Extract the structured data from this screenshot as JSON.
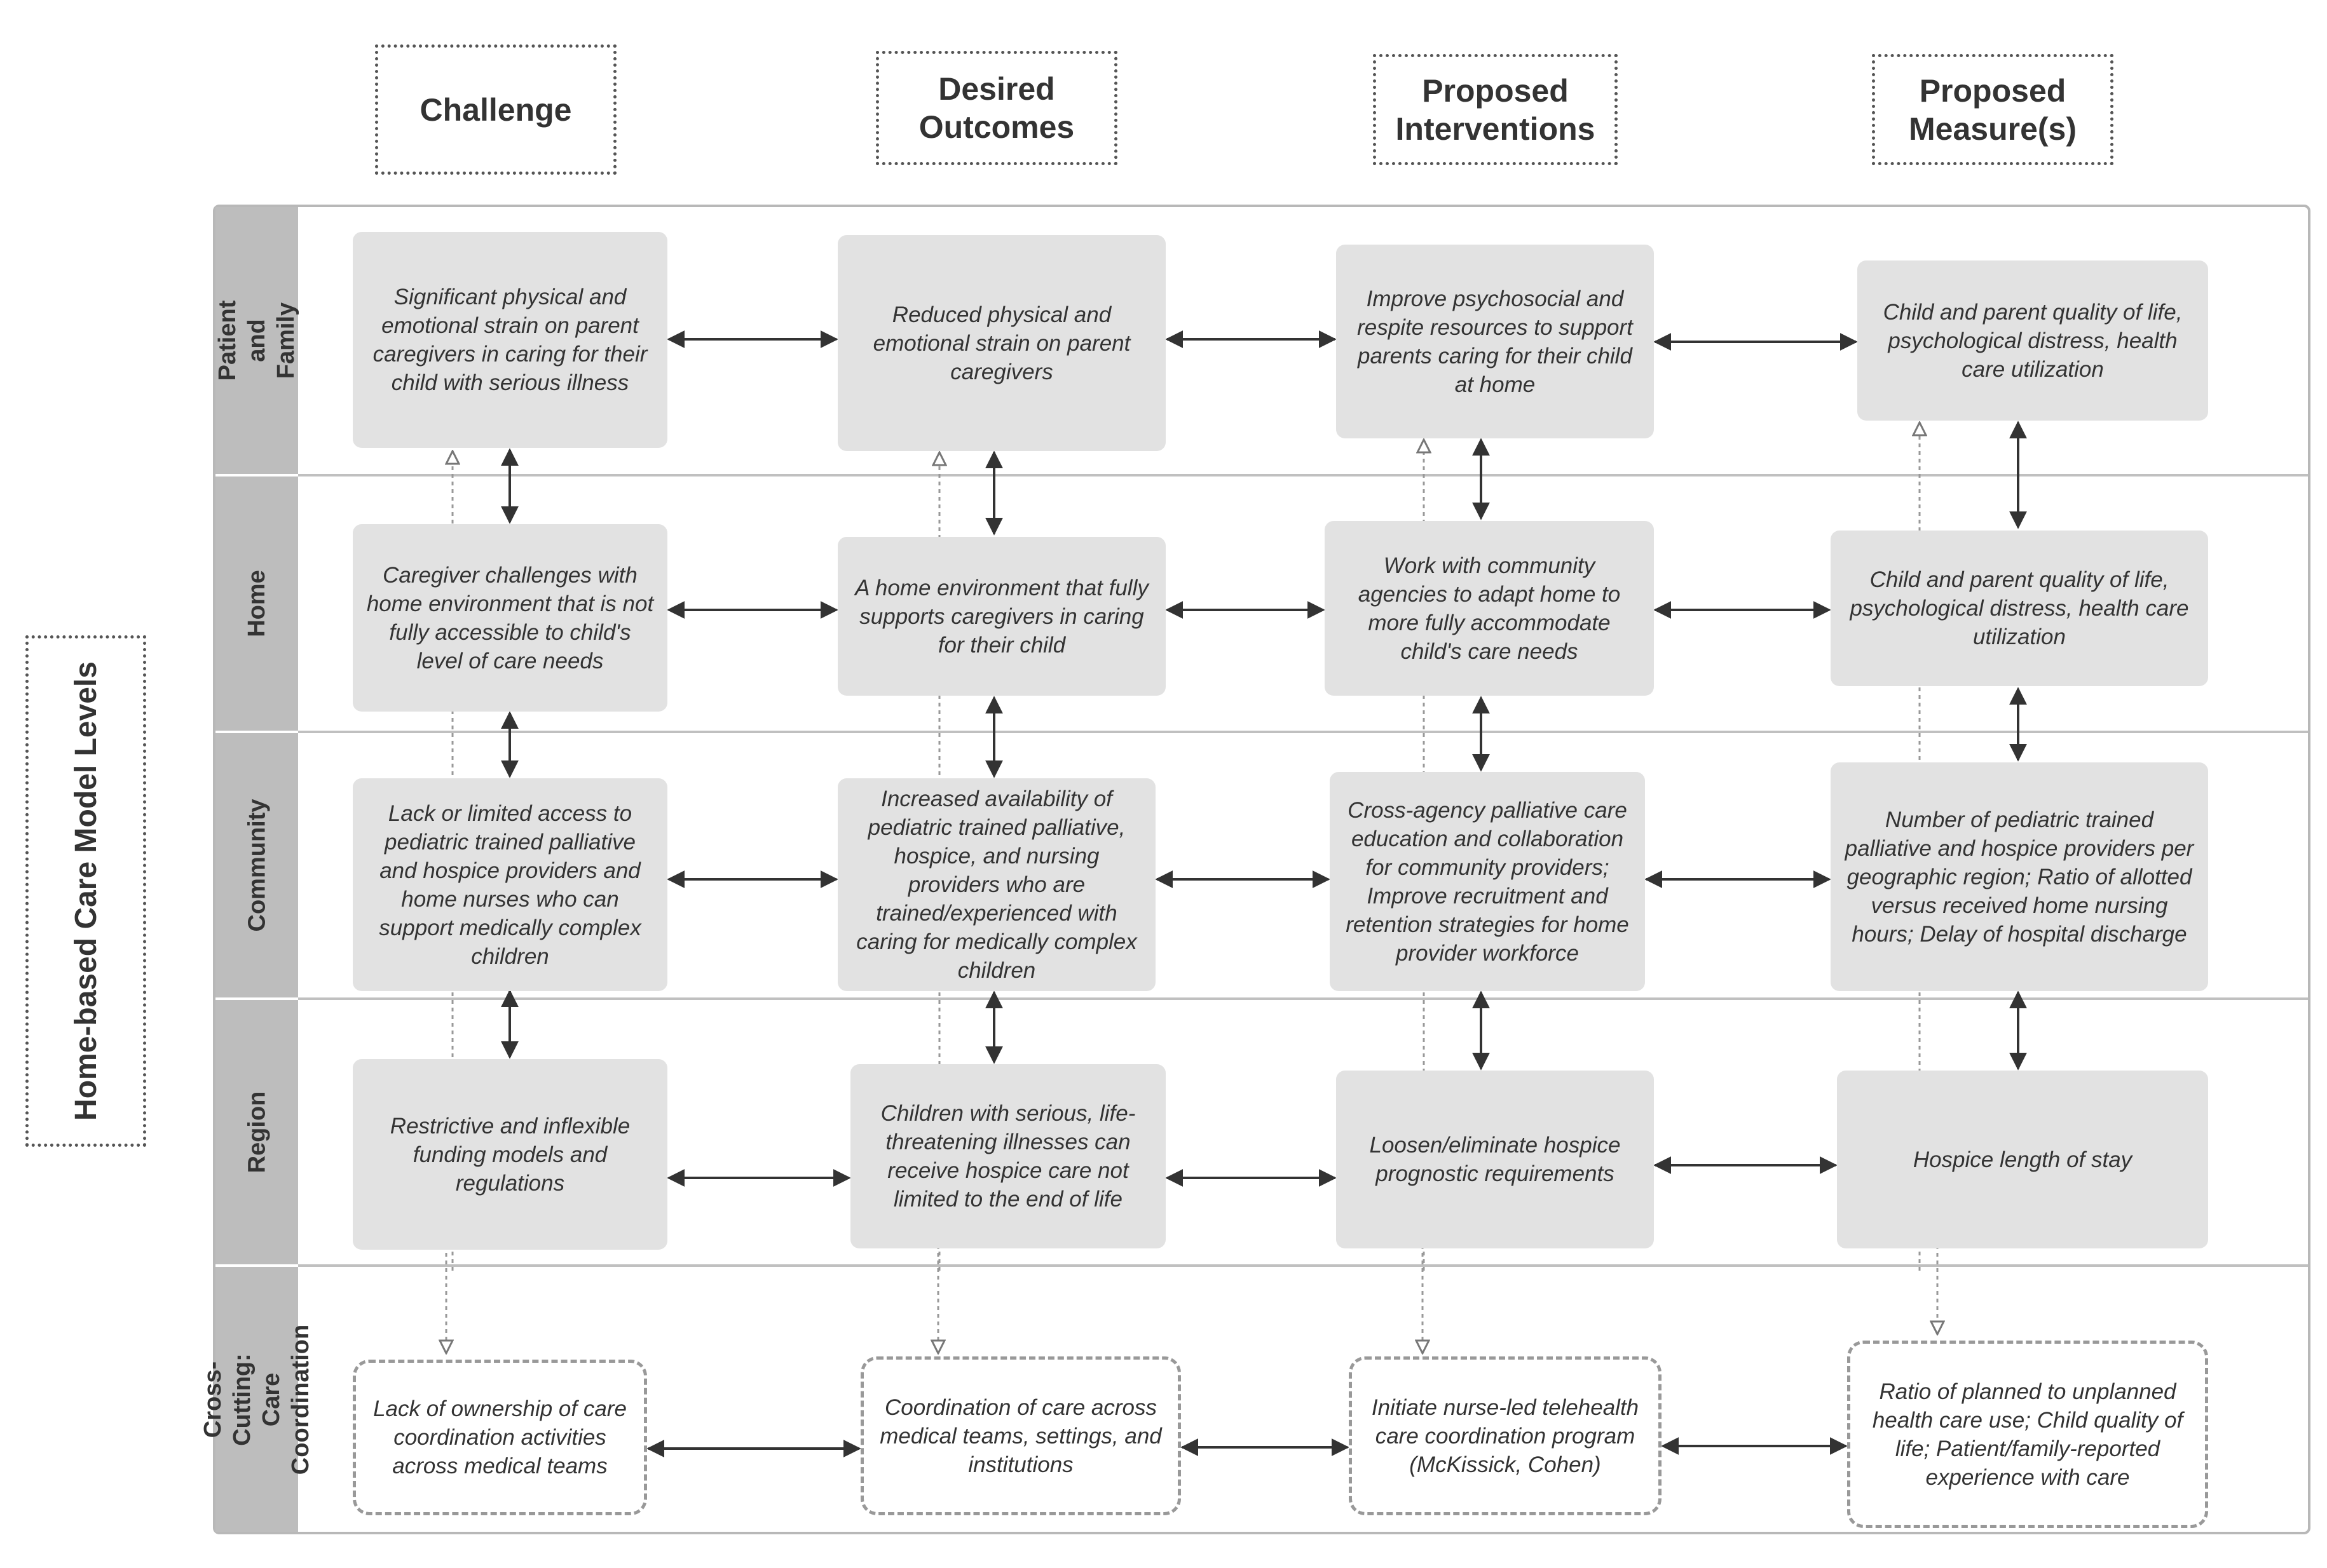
{
  "side_label": "Home-based Care Model Levels",
  "columns": [
    {
      "title": "Challenge"
    },
    {
      "title": "Desired\nOutcomes"
    },
    {
      "title": "Proposed\nInterventions"
    },
    {
      "title": "Proposed\nMeasure(s)"
    }
  ],
  "rows": [
    {
      "label": "Patient and Family",
      "cells": [
        "Significant physical and emotional strain on parent caregivers in caring for their child with serious illness",
        "Reduced physical and emotional strain on parent caregivers",
        "Improve psychosocial and respite resources to support parents caring for their child at home",
        "Child and parent quality of life, psychological distress, health care utilization"
      ]
    },
    {
      "label": "Home",
      "cells": [
        "Caregiver challenges with home environment that is not fully accessible to child's level of care needs",
        "A home environment that fully supports caregivers in caring for their child",
        "Work with community agencies to adapt home to more fully accommodate child's care needs",
        "Child and parent quality of life, psychological distress, health care utilization"
      ]
    },
    {
      "label": "Community",
      "cells": [
        "Lack or limited access to pediatric trained palliative and hospice providers and home nurses who can support medically complex children",
        "Increased availability of pediatric trained palliative, hospice, and nursing providers who are trained/experienced with caring for medically complex children",
        "Cross-agency palliative care education and collaboration for community providers; Improve recruitment and retention strategies for home provider workforce",
        "Number of pediatric trained palliative and hospice providers per geographic region; Ratio of allotted versus received home nursing hours; Delay of hospital discharge"
      ]
    },
    {
      "label": "Region",
      "cells": [
        "Restrictive and inflexible funding models and regulations",
        "Children with serious, life-threatening illnesses can receive hospice care not limited to the end of life",
        "Loosen/eliminate hospice prognostic requirements",
        "Hospice length of stay"
      ]
    },
    {
      "label": "Cross-Cutting:\nCare Coordination",
      "cells": [
        "Lack of ownership of care coordination activities across medical teams",
        "Coordination of care across medical teams, settings, and institutions",
        "Initiate nurse-led telehealth care coordination program (McKissick, Cohen)",
        "Ratio of planned to unplanned health care use; Child quality of life; Patient/family-reported experience with care"
      ]
    }
  ],
  "colors": {
    "box_fill": "#e2e2e2",
    "tab_fill": "#bdbdbd",
    "arrow": "#333333",
    "dotted_arrow": "#999999"
  }
}
